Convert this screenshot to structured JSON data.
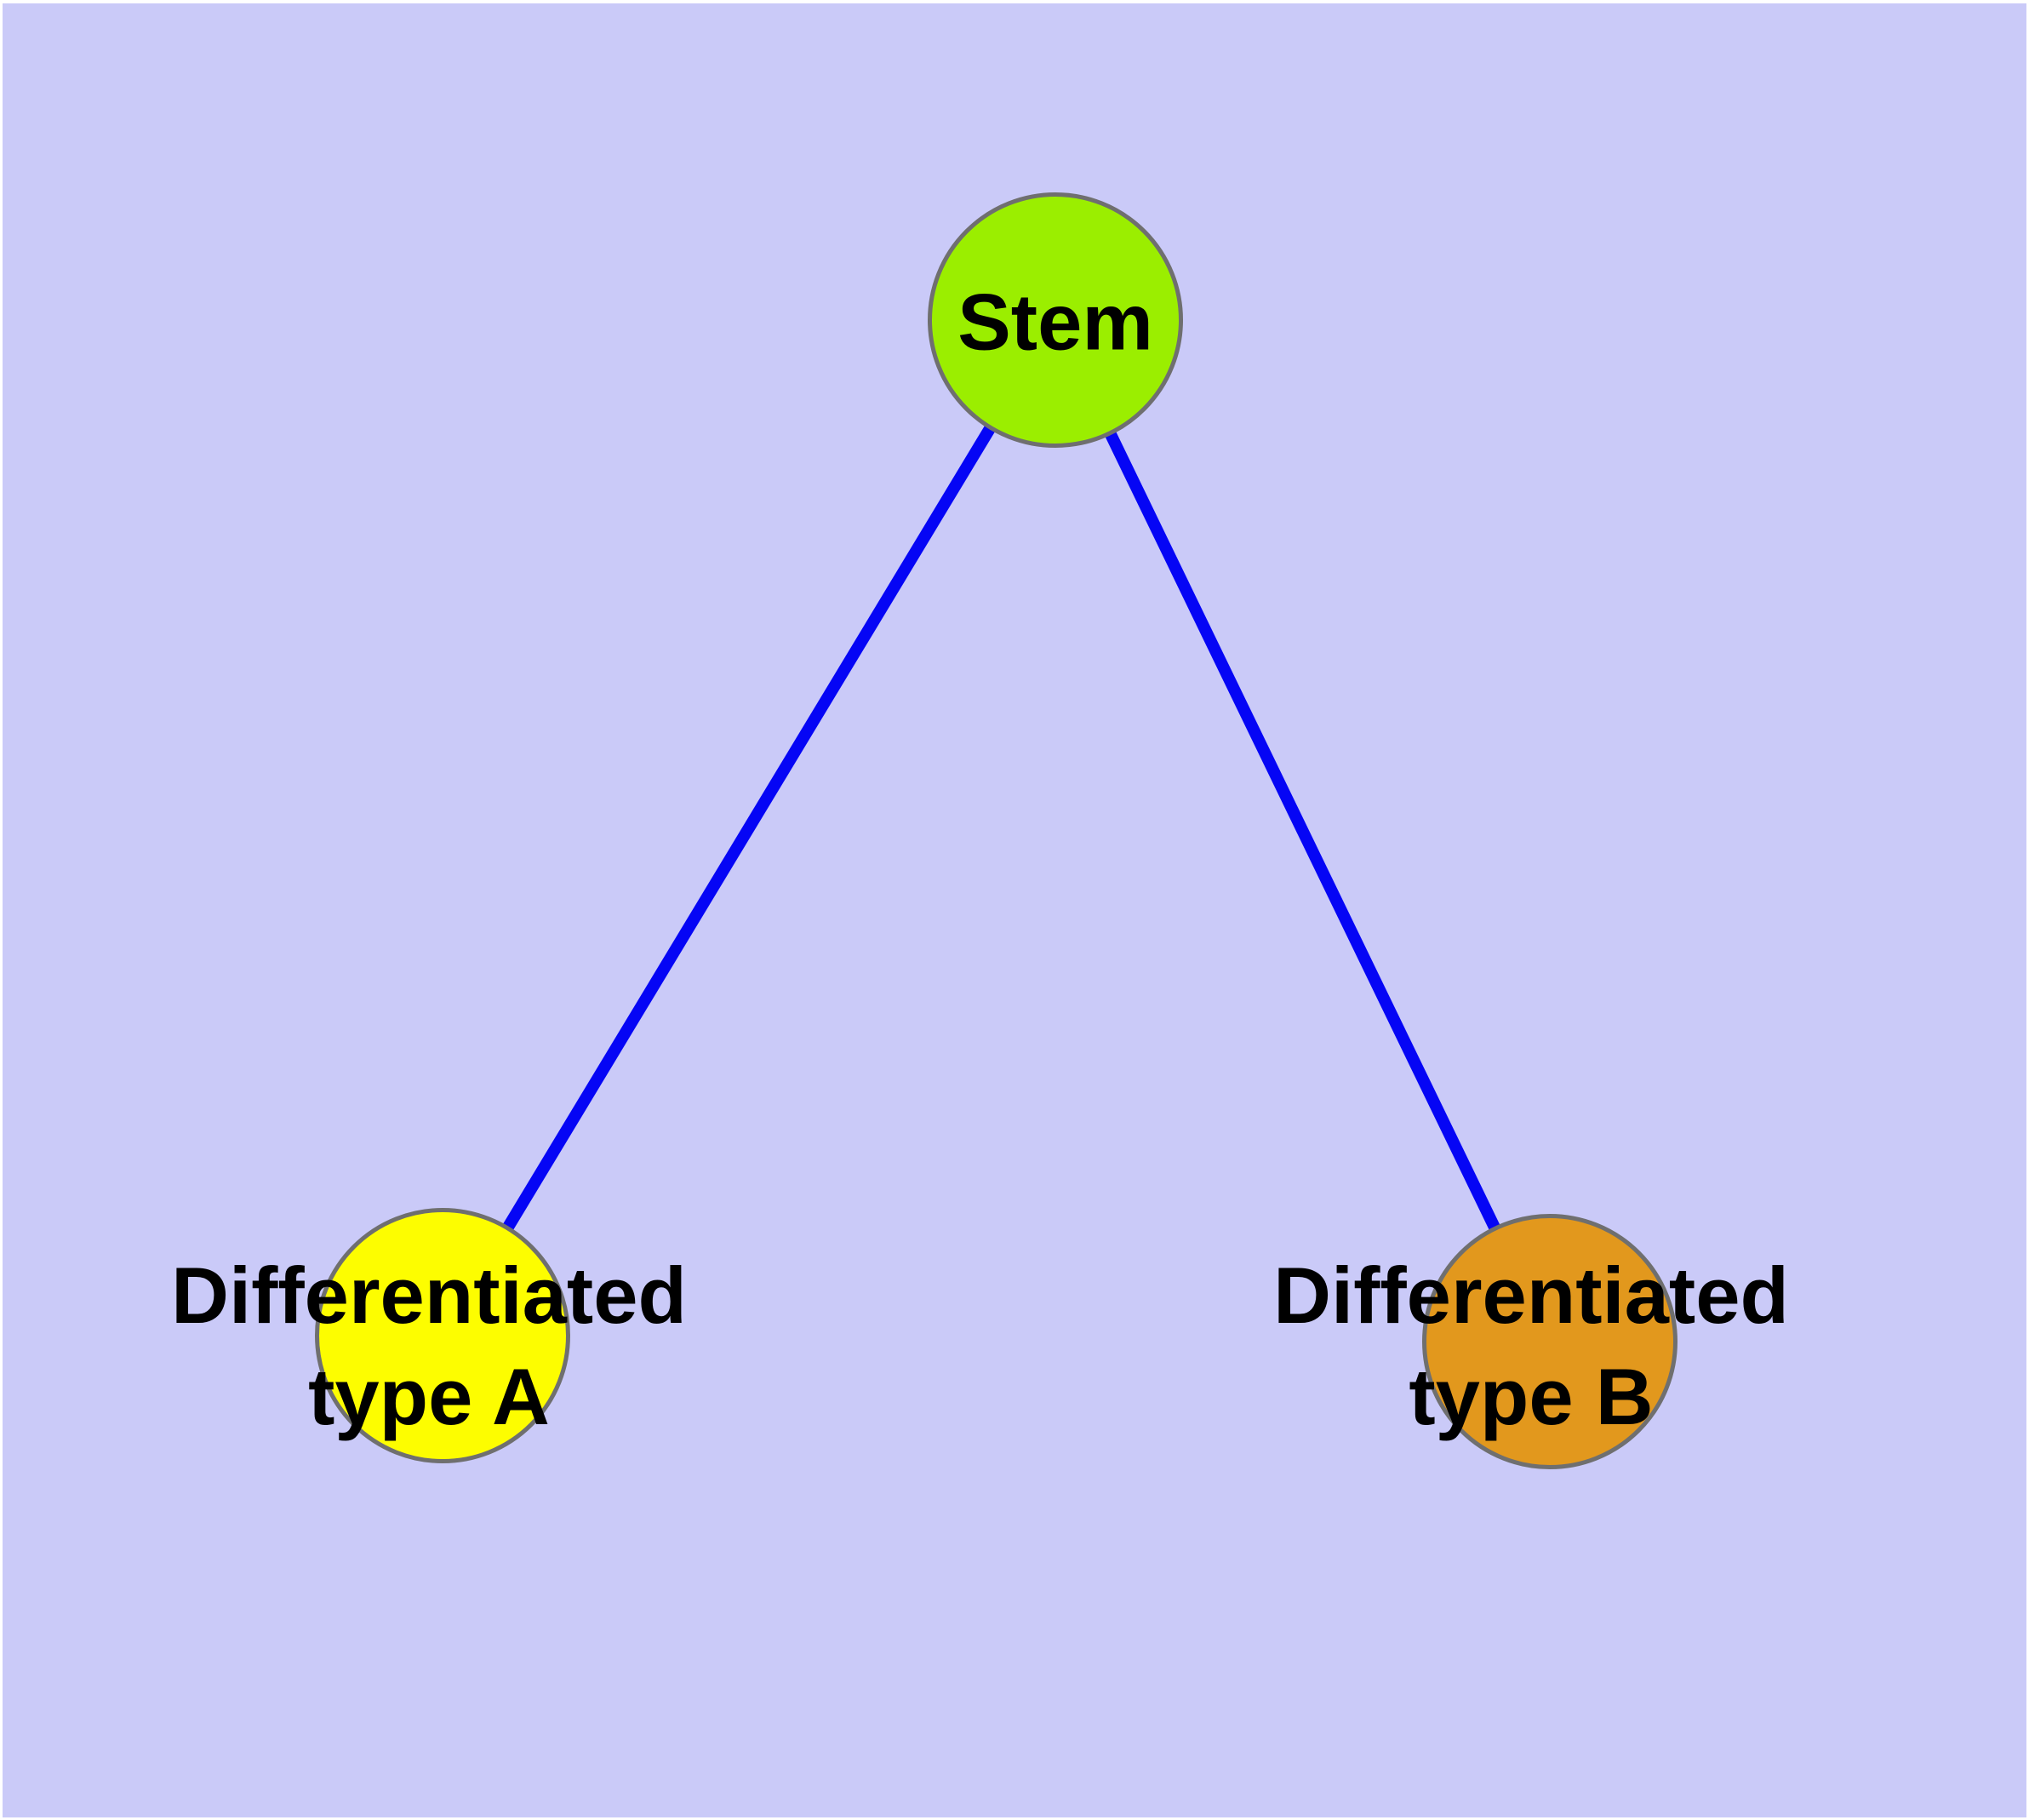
{
  "diagram": {
    "background_color": "#cacaf8",
    "frame_color": "#ffffff",
    "edge_color": "#0505f5",
    "node_border_color": "#6f6f6f",
    "label_color": "#000000",
    "nodes": [
      {
        "id": "stem",
        "label": "Stem",
        "fill": "#9bee00"
      },
      {
        "id": "type-a",
        "label": "Differentiated\ntype A",
        "fill": "#fdfd00"
      },
      {
        "id": "type-b",
        "label": "Differentiated\ntype B",
        "fill": "#e2981d"
      }
    ],
    "edges": [
      {
        "from": "stem",
        "to": "type-a"
      },
      {
        "from": "stem",
        "to": "type-b"
      }
    ]
  }
}
